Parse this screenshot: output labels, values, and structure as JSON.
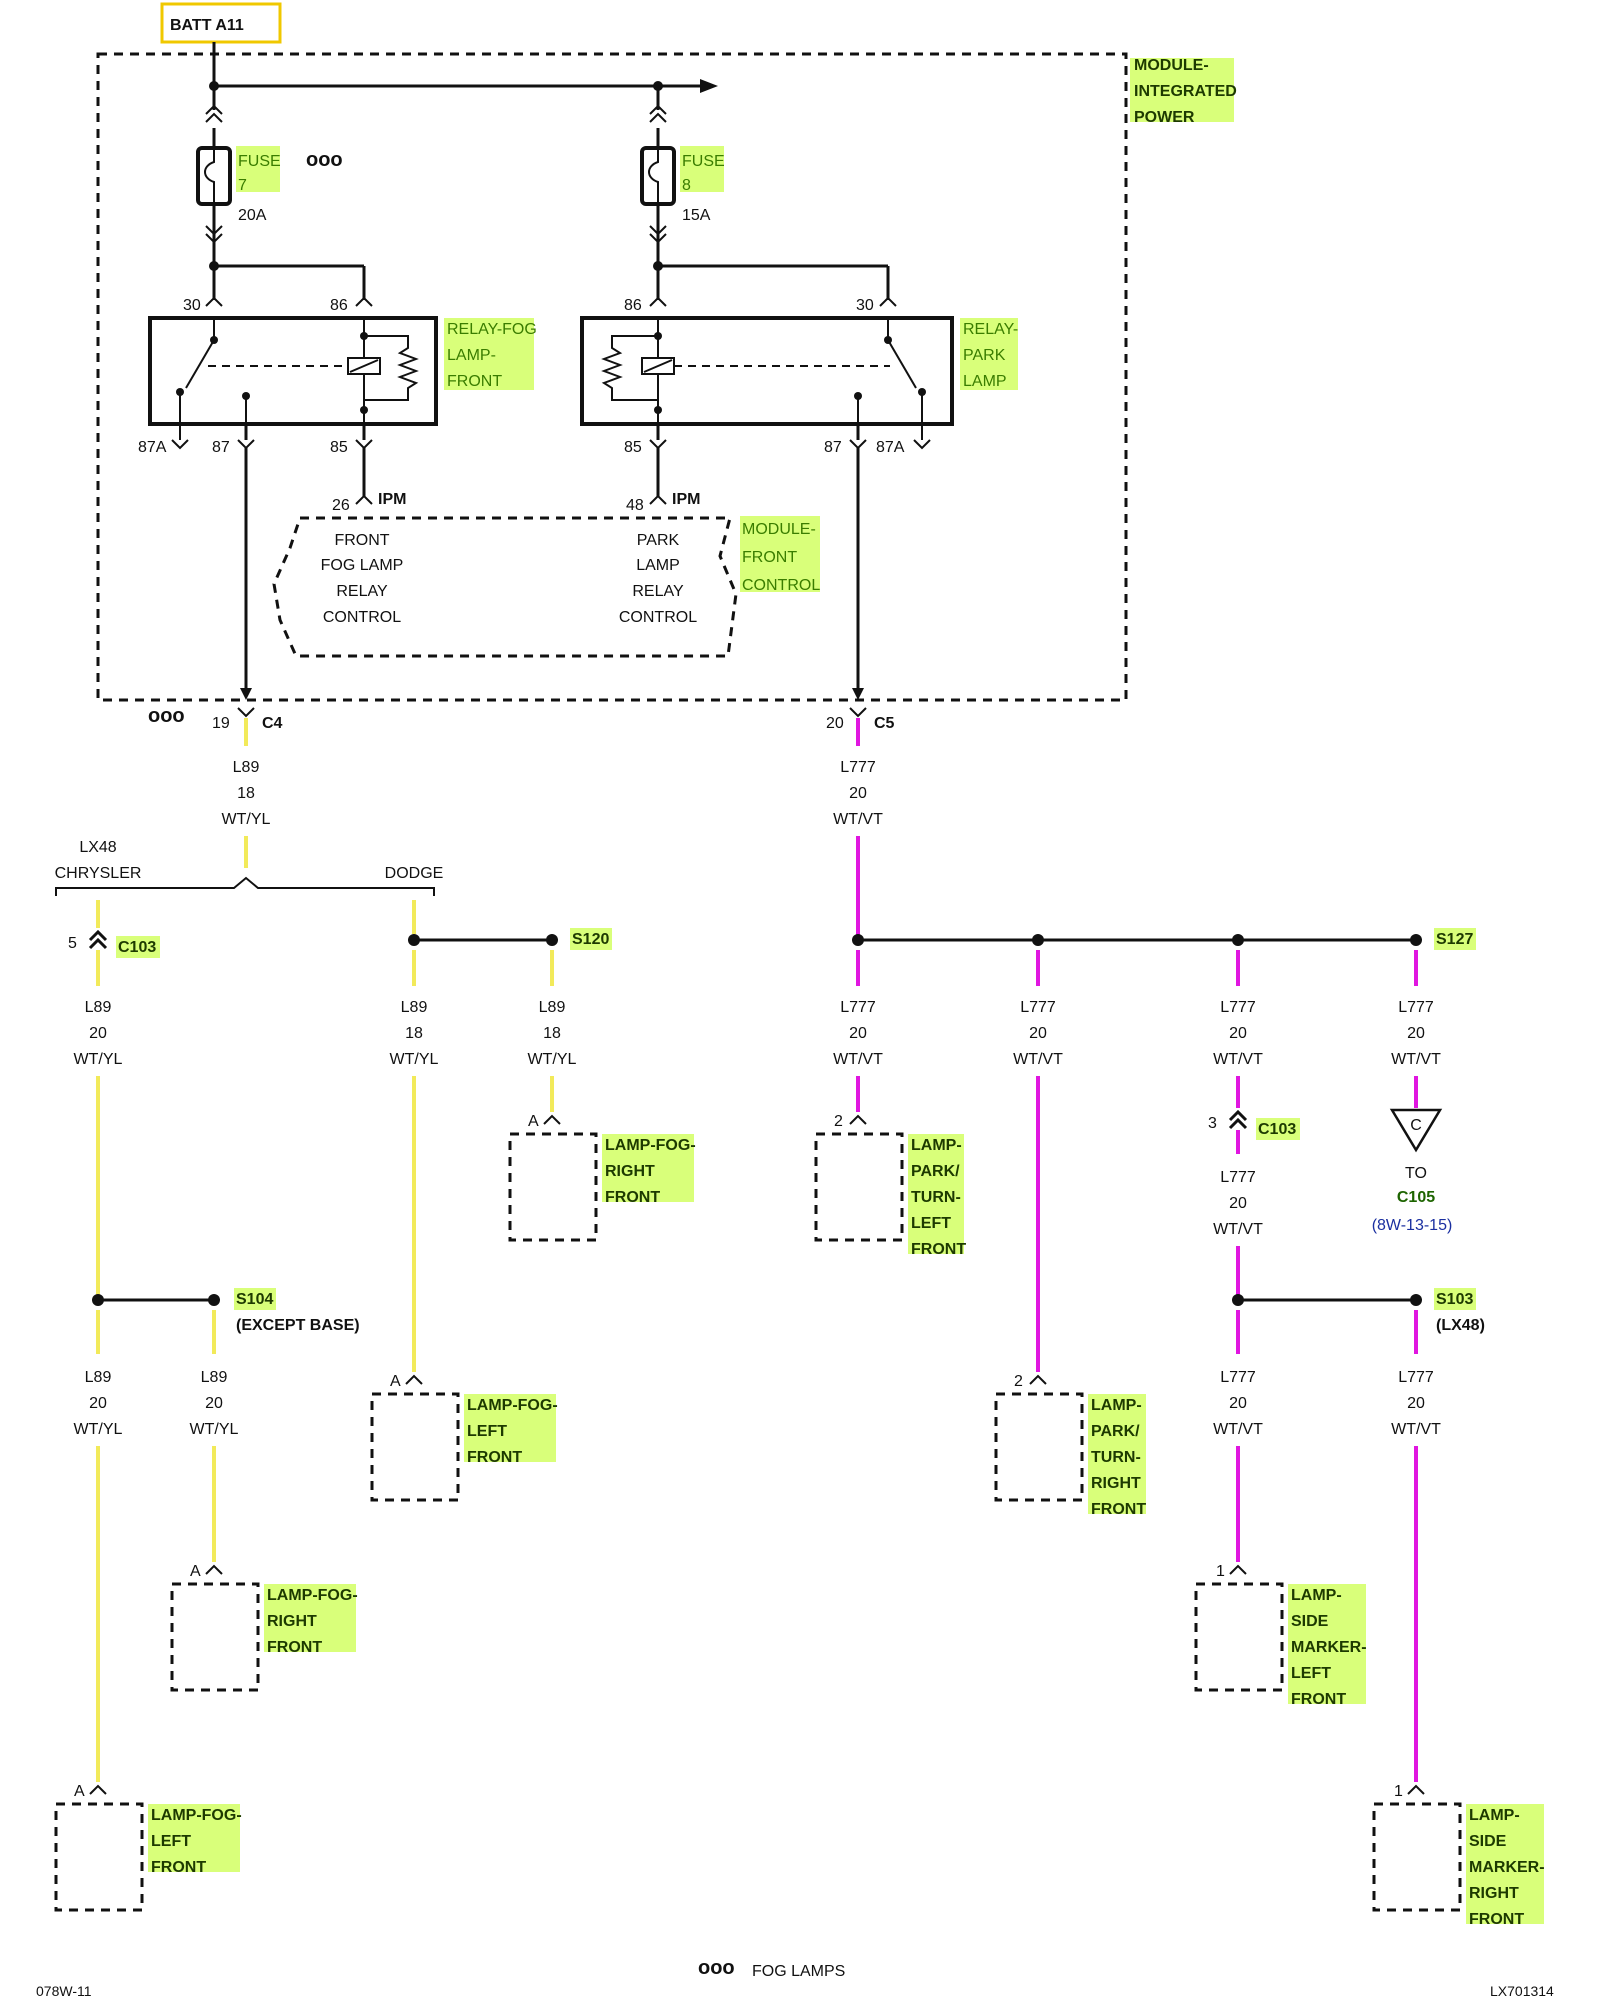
{
  "batt": "BATT A11",
  "module_ipm": [
    "MODULE-",
    "INTEGRATED",
    "POWER"
  ],
  "fuse7": {
    "label": "FUSE",
    "num": "7",
    "amps": "20A"
  },
  "fuse8": {
    "label": "FUSE",
    "num": "8",
    "amps": "15A"
  },
  "circles": "ooo",
  "relay_fog": {
    "name": [
      "RELAY-FOG",
      "LAMP-",
      "FRONT"
    ],
    "pins": [
      "30",
      "86",
      "87A",
      "87",
      "85"
    ]
  },
  "relay_park": {
    "name": [
      "RELAY-",
      "PARK",
      "LAMP"
    ],
    "pins": [
      "86",
      "30",
      "85",
      "87",
      "87A"
    ]
  },
  "ipm_pins": {
    "fog": "26",
    "park": "48",
    "ipm": "IPM"
  },
  "module_fc": {
    "name": [
      "MODULE-",
      "FRONT",
      "CONTROL"
    ],
    "fog_ctrl": [
      "FRONT",
      "FOG LAMP",
      "RELAY",
      "CONTROL"
    ],
    "park_ctrl": [
      "PARK",
      "LAMP",
      "RELAY",
      "CONTROL"
    ]
  },
  "c4": {
    "pin": "19",
    "name": "C4"
  },
  "c5": {
    "pin": "20",
    "name": "C5"
  },
  "wire_l89_18": [
    "L89",
    "18",
    "WT/YL"
  ],
  "wire_l89_20": [
    "L89",
    "20",
    "WT/YL"
  ],
  "wire_l777_20": [
    "L777",
    "20",
    "WT/VT"
  ],
  "branch": {
    "lx48": "LX48",
    "chrysler": "CHRYSLER",
    "dodge": "DODGE"
  },
  "c103": {
    "pin5": "5",
    "pin3": "3",
    "name": "C103"
  },
  "splices": {
    "s120": "S120",
    "s127": "S127",
    "s104": "S104",
    "s104_note": "(EXCEPT BASE)",
    "s103": "S103",
    "s103_note": "(LX48)"
  },
  "pins": {
    "a": "A",
    "one": "1",
    "two": "2"
  },
  "lamps": {
    "fog_right": [
      "LAMP-FOG-",
      "RIGHT",
      "FRONT"
    ],
    "fog_left": [
      "LAMP-FOG-",
      "LEFT",
      "FRONT"
    ],
    "park_left": [
      "LAMP-",
      "PARK/",
      "TURN-",
      "LEFT",
      "FRONT"
    ],
    "park_right": [
      "LAMP-",
      "PARK/",
      "TURN-",
      "RIGHT",
      "FRONT"
    ],
    "side_left": [
      "LAMP-",
      "SIDE",
      "MARKER-",
      "LEFT",
      "FRONT"
    ],
    "side_right": [
      "LAMP-",
      "SIDE",
      "MARKER-",
      "RIGHT",
      "FRONT"
    ]
  },
  "c105": {
    "to": "TO",
    "name": "C105",
    "ref": "(8W-13-15)",
    "letter": "C"
  },
  "footer": {
    "left": "078W-11",
    "center": "FOG LAMPS",
    "right": "LX701314"
  }
}
